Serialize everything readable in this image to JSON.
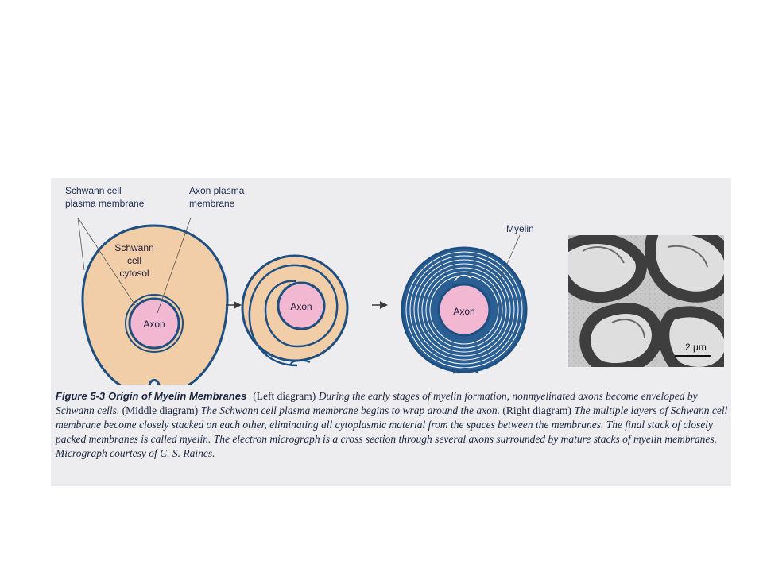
{
  "figure": {
    "labels": {
      "schwann_membrane": "Schwann cell\nplasma membrane",
      "axon_membrane": "Axon plasma\nmembrane",
      "schwann_cytosol": "Schwann\ncell\ncytosol",
      "myelin": "Myelin"
    },
    "axon_labels": [
      "Axon",
      "Axon",
      "Axon"
    ],
    "scale_bar_label": "2 μm",
    "colors": {
      "cytosol": "#f1cda8",
      "membrane": "#1e4f82",
      "axon": "#f2b8d2",
      "arrow": "#3a3a3a"
    }
  },
  "caption": {
    "figure_number": "Figure 5-3",
    "title": "Origin of Myelin Membranes",
    "left_note": "(Left diagram)",
    "left_text": " During the early stages of myelin formation, nonmyelinated axons become enveloped by Schwann cells. ",
    "middle_note": "(Middle diagram)",
    "middle_text": " The Schwann cell plasma membrane begins to wrap around the axon. ",
    "right_note": "(Right diagram)",
    "right_text": " The multiple layers of Schwann cell membrane become closely stacked on each other, eliminating all cytoplasmic material from the spaces between the membranes. The final stack of closely packed membranes is called myelin. The electron micrograph is a cross section through several axons surrounded by mature stacks of myelin membranes. ",
    "credit": "Micrograph courtesy of C. S. Raines."
  }
}
